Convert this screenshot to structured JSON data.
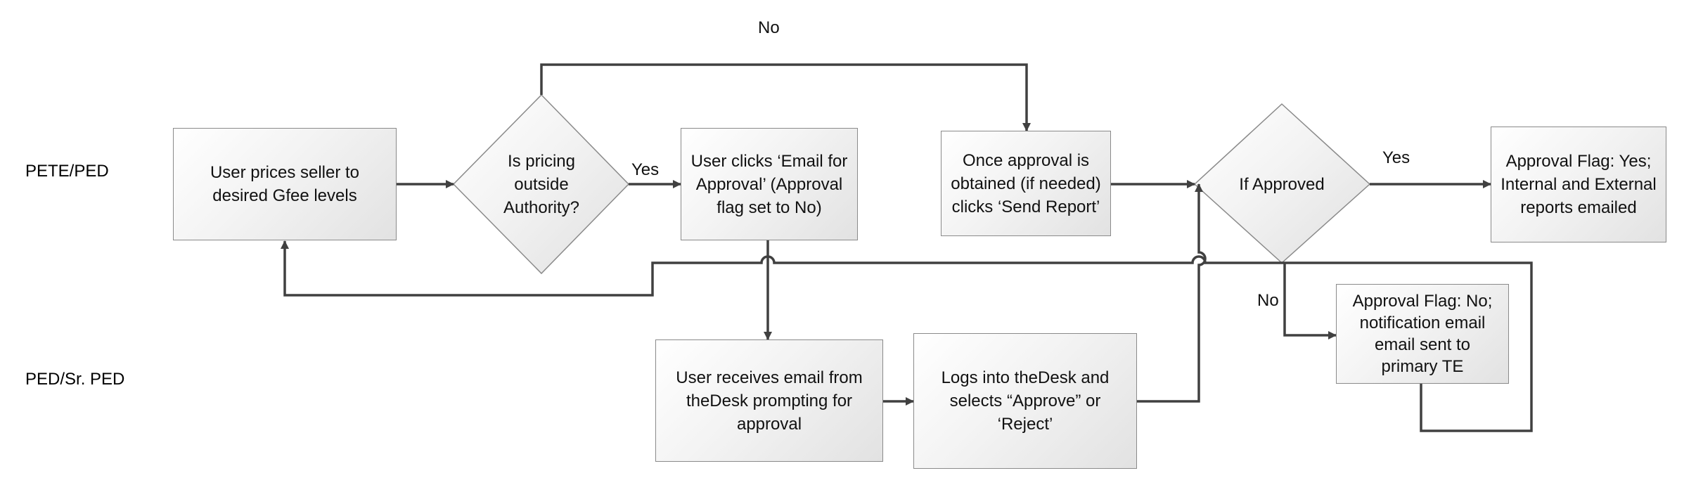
{
  "lanes": {
    "top": "PETE/PED",
    "bottom": "PED/Sr. PED"
  },
  "nodes": {
    "prices_seller": "User prices seller to\ndesired Gfee levels",
    "pricing_decision": "Is pricing\noutside\nAuthority?",
    "email_for_approval": "User clicks ‘Email for\nApproval’ (Approval\nflag set to No)",
    "send_report": "Once approval is\nobtained (if needed)\nclicks ‘Send Report’",
    "approved_decision": "If Approved",
    "approval_yes": "Approval Flag: Yes;\nInternal and External\nreports emailed",
    "receive_email": "User receives email from\ntheDesk prompting for\napproval",
    "log_into_desk": "Logs into theDesk and\nselects “Approve” or\n‘Reject’",
    "approval_no": "Approval Flag: No;\nnotification email\nemail sent to\nprimary TE"
  },
  "edge_labels": {
    "no_top": "No",
    "yes_pricing": "Yes",
    "yes_approved": "Yes",
    "no_approved": "No"
  },
  "colors": {
    "stroke": "#404040",
    "box_border": "#8a8a8a"
  }
}
